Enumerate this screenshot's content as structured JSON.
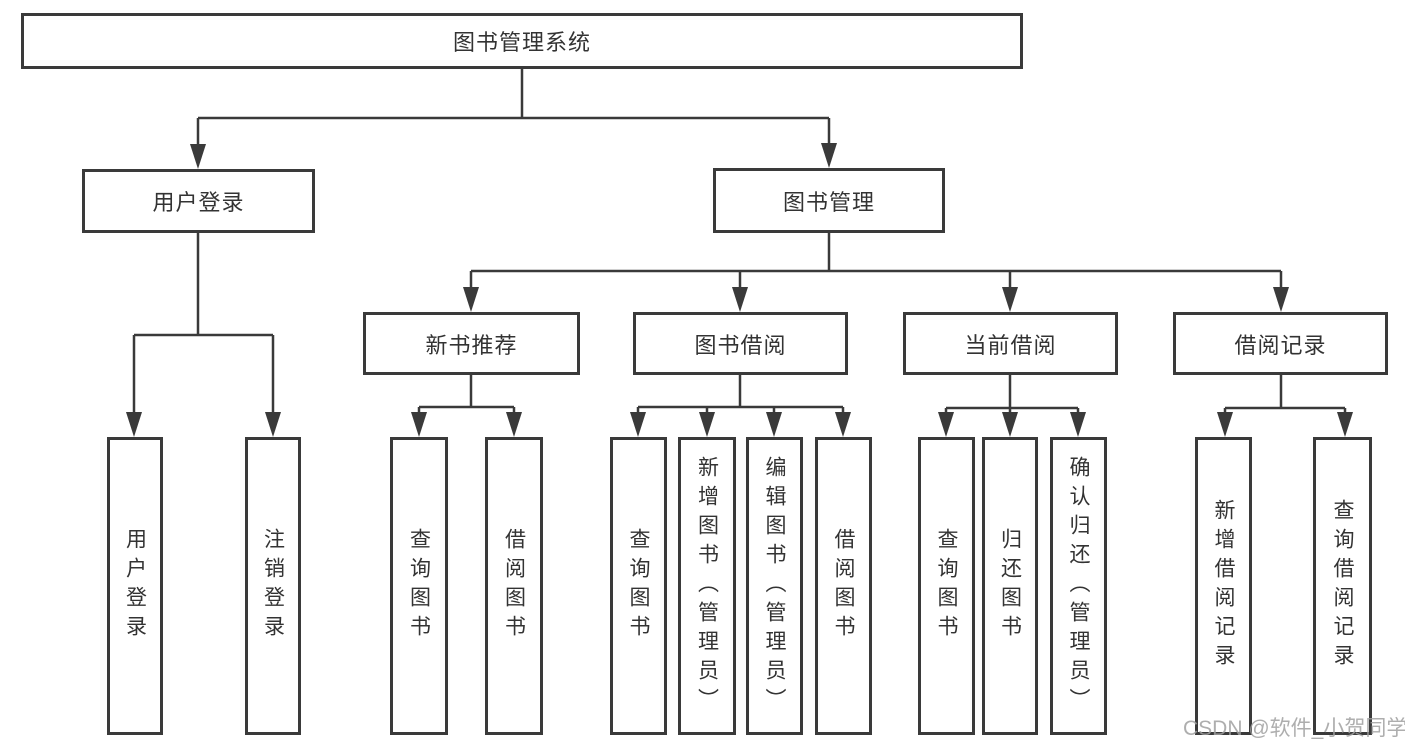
{
  "diagram": {
    "title": "图书管理系统",
    "colors": {
      "line": "#3a3a3a",
      "box_border": "#3a3a3a",
      "text": "#333333",
      "background": "#ffffff",
      "watermark": "#a0a0a0"
    },
    "root": {
      "label": "图书管理系统"
    },
    "level2": [
      {
        "label": "用户登录",
        "parent": "图书管理系统"
      },
      {
        "label": "图书管理",
        "parent": "图书管理系统"
      }
    ],
    "level3": [
      {
        "label": "新书推荐",
        "parent": "图书管理"
      },
      {
        "label": "图书借阅",
        "parent": "图书管理"
      },
      {
        "label": "当前借阅",
        "parent": "图书管理"
      },
      {
        "label": "借阅记录",
        "parent": "图书管理"
      }
    ],
    "leaves": [
      {
        "label": "用户登录",
        "parent": "用户登录"
      },
      {
        "label": "注销登录",
        "parent": "用户登录"
      },
      {
        "label": "查询图书",
        "parent": "新书推荐"
      },
      {
        "label": "借阅图书",
        "parent": "新书推荐"
      },
      {
        "label": "查询图书",
        "parent": "图书借阅"
      },
      {
        "label": "新增图书（管理员）",
        "parent": "图书借阅"
      },
      {
        "label": "编辑图书（管理员）",
        "parent": "图书借阅"
      },
      {
        "label": "借阅图书",
        "parent": "图书借阅"
      },
      {
        "label": "查询图书",
        "parent": "当前借阅"
      },
      {
        "label": "归还图书",
        "parent": "当前借阅"
      },
      {
        "label": "确认归还（管理员）",
        "parent": "当前借阅"
      },
      {
        "label": "新增借阅记录",
        "parent": "借阅记录"
      },
      {
        "label": "查询借阅记录",
        "parent": "借阅记录"
      }
    ],
    "watermark": "CSDN @软件_小贺同学"
  }
}
